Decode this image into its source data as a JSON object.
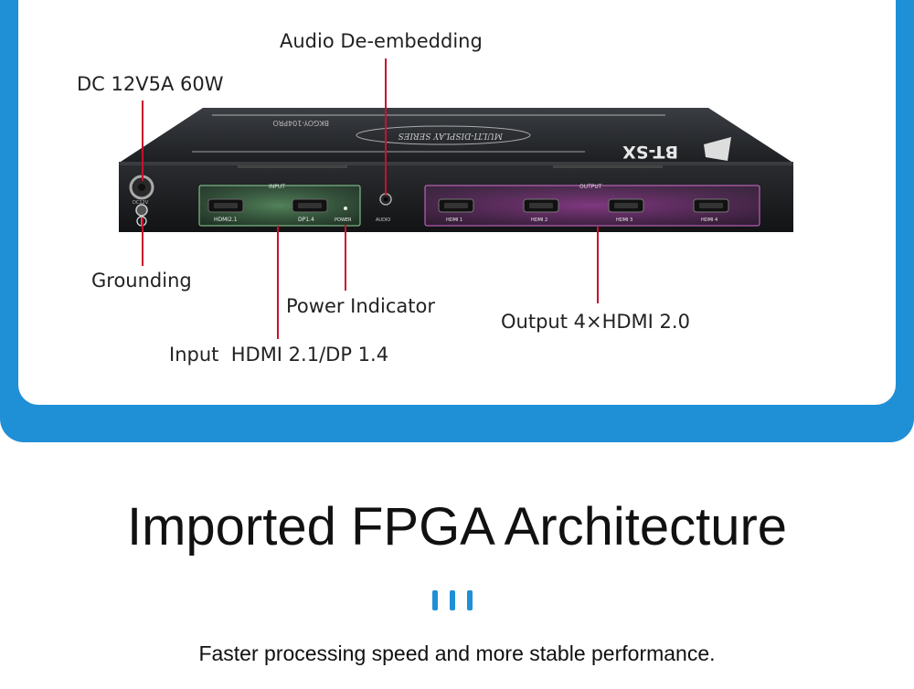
{
  "callouts": {
    "audio": "Audio De-embedding",
    "dc": "DC 12V5A 60W",
    "grounding": "Grounding",
    "power": "Power Indicator",
    "input": "Input  HDMI 2.1/DP 1.4",
    "output": "Output 4×HDMI 2.0"
  },
  "device": {
    "brand": "BT-SX",
    "model": "BKGOY-104PRO",
    "series": "MULTI-DISPLAY SERIES",
    "input_panel": "INPUT",
    "output_panel": "OUTPUT",
    "input_ports": [
      "HDMI2.1",
      "DP1.4"
    ],
    "power_label": "POWER",
    "audio_label": "AUDIO",
    "dc_label": "DC12V",
    "output_ports": [
      "HDMI 1",
      "HDMI 2",
      "HDMI 3",
      "HDMI 4"
    ]
  },
  "headline": "Imported FPGA Architecture",
  "subline": "Faster processing speed and more stable performance.",
  "colors": {
    "accent_blue": "#1f8fd6",
    "leader_red": "#c8102e",
    "input_glow": "#7fd68a",
    "output_glow": "#d24fd0"
  }
}
